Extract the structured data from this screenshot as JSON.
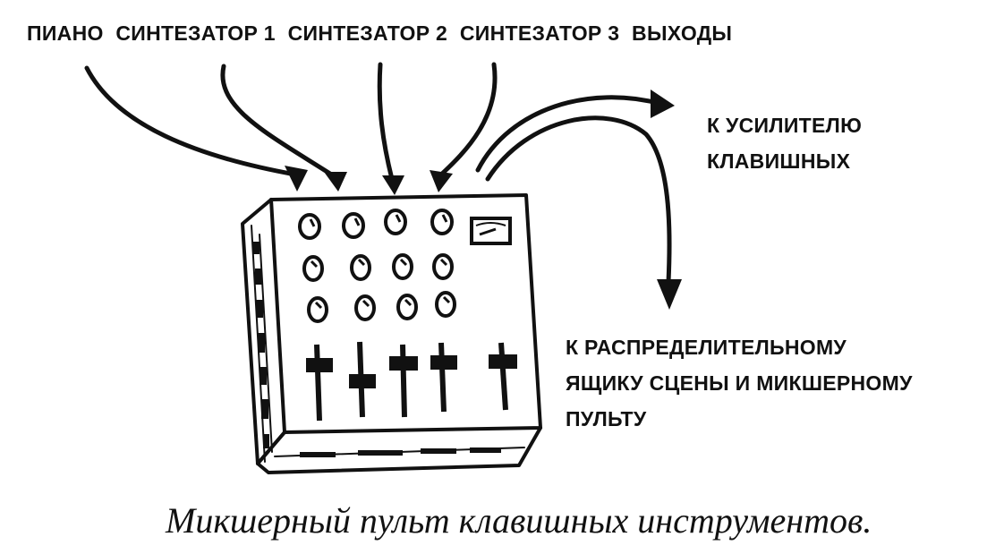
{
  "labels": {
    "inputs": [
      "ПИАНО",
      "СИНТЕЗАТОР 1",
      "СИНТЕЗАТОР 2",
      "СИНТЕЗАТОР 3",
      "ВЫХОДЫ"
    ],
    "to_amplifier": [
      "К УСИЛИТЕЛЮ",
      "КЛАВИШНЫХ"
    ],
    "to_stage_box": [
      "К РАСПРЕДЕЛИТЕЛЬНОМУ",
      "ЯЩИКУ СЦЕНЫ И МИКШЕРНОМУ",
      "ПУЛЬТУ"
    ]
  },
  "caption": "Микшерный пульт клавишных инструментов.",
  "colors": {
    "ink": "#111111",
    "paper": "#ffffff"
  },
  "mixer": {
    "knob_rows": 3,
    "channels": 4,
    "faders": 5,
    "meter": "vu-meter-icon"
  }
}
